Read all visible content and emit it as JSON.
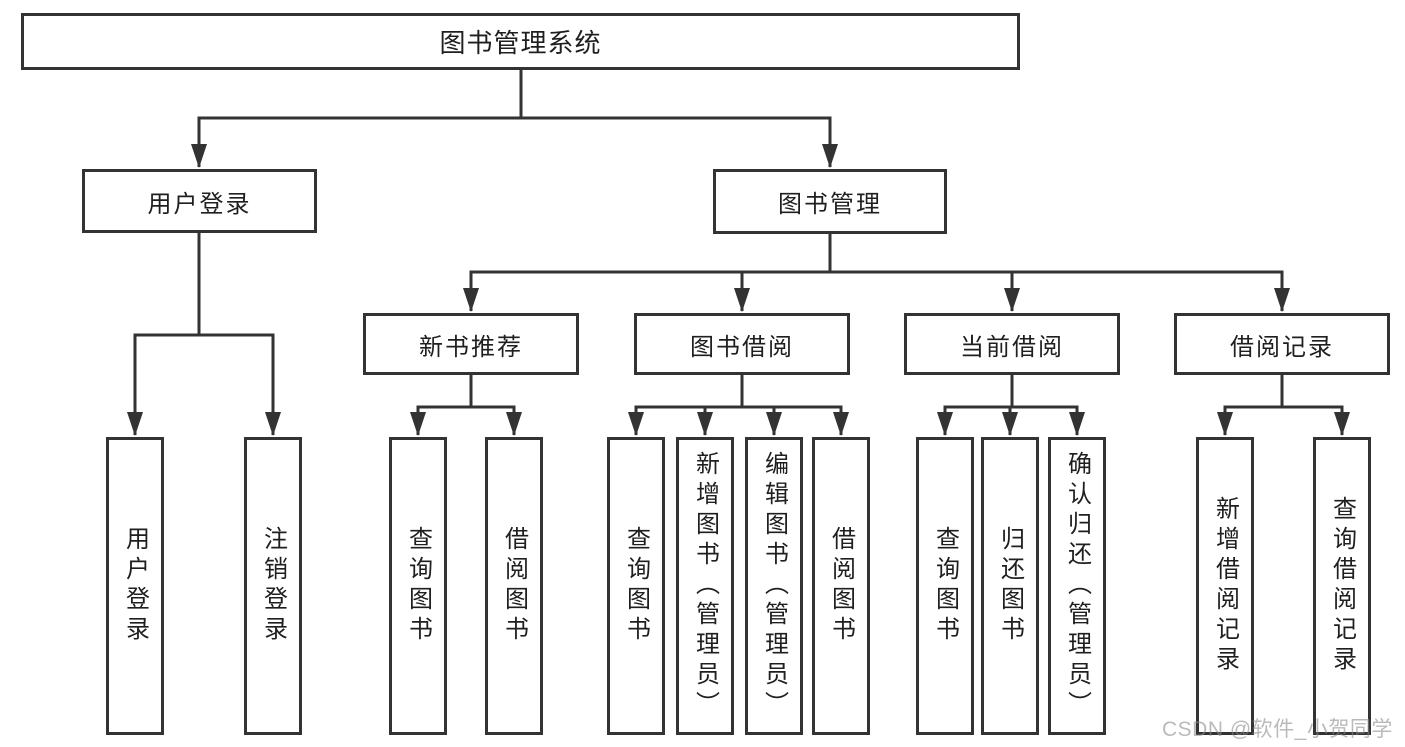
{
  "tree": {
    "label": "图书管理系统",
    "children": [
      {
        "label": "用户登录",
        "children": [
          {
            "label": "用户登录"
          },
          {
            "label": "注销登录"
          }
        ]
      },
      {
        "label": "图书管理",
        "children": [
          {
            "label": "新书推荐",
            "children": [
              {
                "label": "查询图书"
              },
              {
                "label": "借阅图书"
              }
            ]
          },
          {
            "label": "图书借阅",
            "children": [
              {
                "label": "查询图书"
              },
              {
                "label": "新增图书（管理员）"
              },
              {
                "label": "编辑图书（管理员）"
              },
              {
                "label": "借阅图书"
              }
            ]
          },
          {
            "label": "当前借阅",
            "children": [
              {
                "label": "查询图书"
              },
              {
                "label": "归还图书"
              },
              {
                "label": "确认归还（管理员）"
              }
            ]
          },
          {
            "label": "借阅记录",
            "children": [
              {
                "label": "新增借阅记录"
              },
              {
                "label": "查询借阅记录"
              }
            ]
          }
        ]
      }
    ]
  },
  "watermark": {
    "text": "CSDN @软件_小贺同学"
  },
  "colors": {
    "line": "#333333",
    "box_border": "#333333",
    "box_fill": "#ffffff",
    "text": "#1f1f1f",
    "background": "#ffffff",
    "watermark": "#c2c2c2"
  }
}
